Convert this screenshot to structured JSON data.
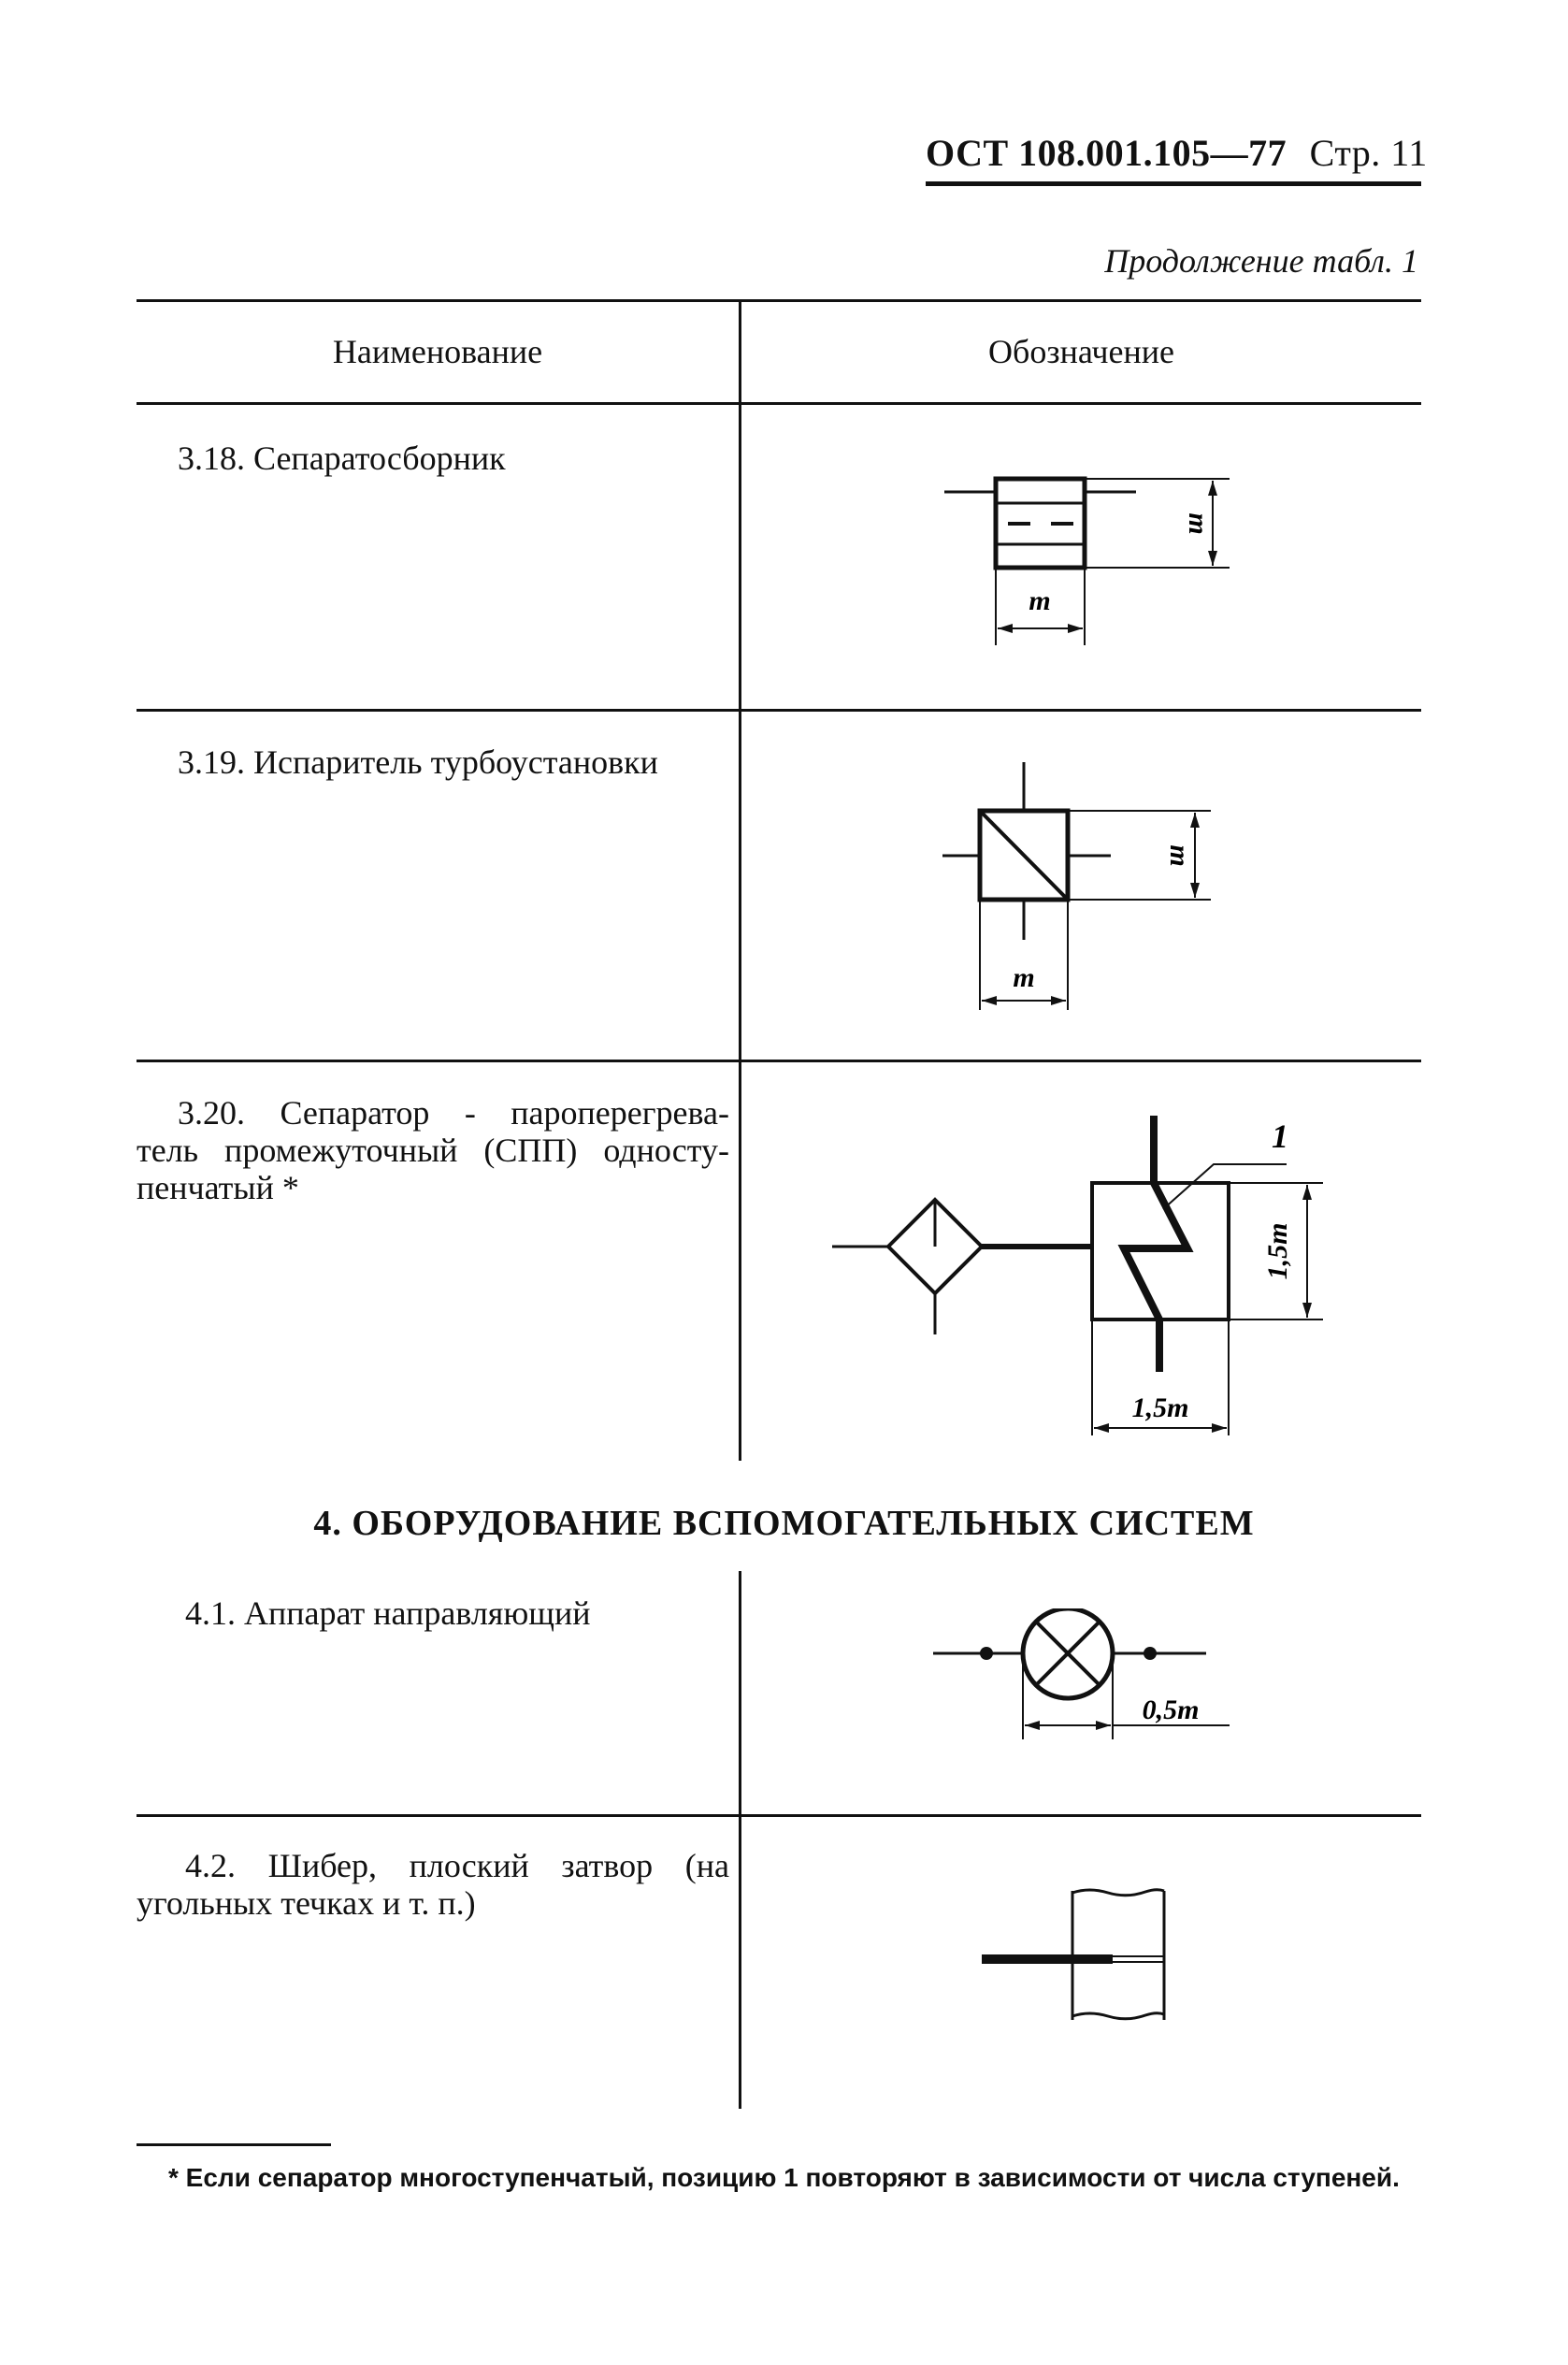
{
  "header": {
    "standard": "ОСТ 108.001.105—77",
    "page": "Стр. 11",
    "continuation": "Продолжение табл. 1"
  },
  "table": {
    "columns": [
      "Наименование",
      "Обозначение"
    ],
    "rows": [
      {
        "id": "3.18",
        "name": "3.18. Сепаратосборник",
        "dim_v": "m",
        "dim_h": "m"
      },
      {
        "id": "3.19",
        "name": "3.19. Испаритель турбоустановки",
        "dim_v": "m",
        "dim_h": "m"
      },
      {
        "id": "3.20",
        "name_lines": [
          "3.20. Сепаратор - пароперегрева-",
          "тель промежуточный (СПП) односту-",
          "пенчатый *"
        ],
        "pos_label": "1",
        "dim_v": "1,5m",
        "dim_h": "1,5m"
      }
    ]
  },
  "section4": {
    "title": "4. ОБОРУДОВАНИЕ ВСПОМОГАТЕЛЬНЫХ СИСТЕМ",
    "rows": [
      {
        "id": "4.1",
        "name": "4.1. Аппарат направляющий",
        "dim": "0,5m"
      },
      {
        "id": "4.2",
        "name_lines": [
          "4.2. Шибер, плоский затвор (на",
          "угольных течках и т. п.)"
        ]
      }
    ]
  },
  "footnote": "* Если сепаратор многоступенчатый, позицию 1 повторяют в зависимости от числа ступеней."
}
